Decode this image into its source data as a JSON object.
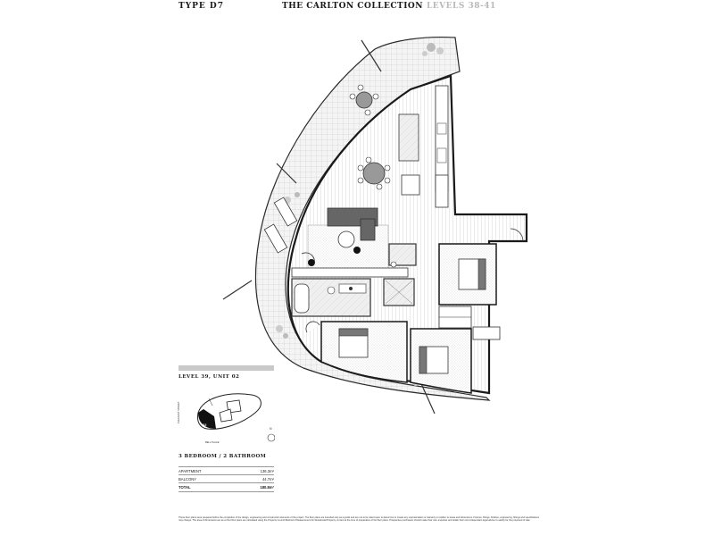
{
  "header": {
    "type": "TYPE D7",
    "collection": "THE CARLTON COLLECTION",
    "levels": "LEVELS 38-41"
  },
  "unit": {
    "label": "LEVEL 39, UNIT 02",
    "bedrooms": "3 BEDROOM / 2 BATHROOM"
  },
  "keyplan": {
    "unit_number": "02",
    "street_side": "PLEASANT STREET",
    "street_bottom": "BELL PLACE",
    "north": "N"
  },
  "areas": [
    {
      "label": "APARTMENT",
      "value": "136.3m²"
    },
    {
      "label": "BALCONY",
      "value": "44.7m²"
    },
    {
      "label": "TOTAL",
      "value": "180.8m²"
    }
  ],
  "disclaimer": "These floor plans were prepared before the completion of the design, engineering and construction elements of the project. The floor plans are intended only as a guide and are not to be relied upon to determine or create any representation or warranty in relation to areas and dimensions. Fixtures, fittings, finishes, engineering, fittings and specifications may change. The area of dimensions are as at the Floor plans are calculated using the Property Council Method of Measurement for Residential Property, current at the time of preparation of the floor plans. Prospective purchasers should make their own enquiries and obtain their own independent legal advice to satisfy for the proposed of sale."
}
